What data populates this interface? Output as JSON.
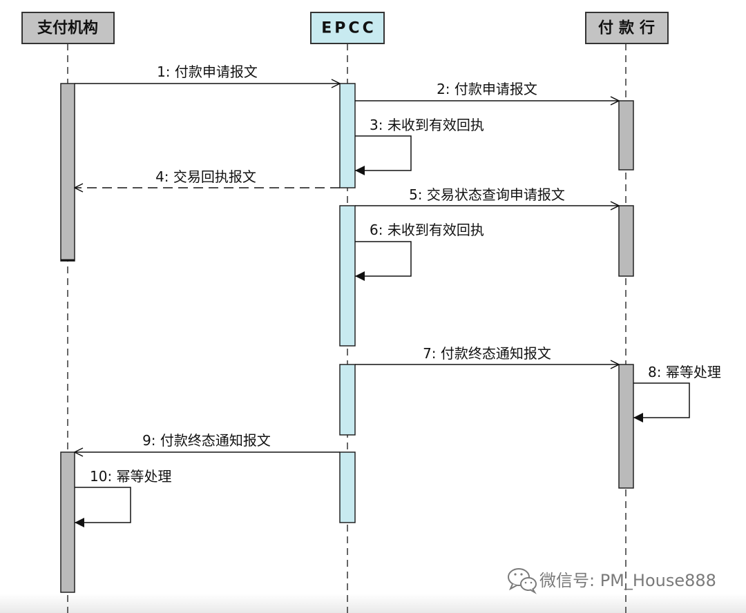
{
  "participants": [
    {
      "name": "支付机构",
      "fill": "#c3c3c3"
    },
    {
      "name": "EPCC",
      "fill": "#c8eaf0"
    },
    {
      "name": "付款行",
      "fill": "#c3c3c3"
    }
  ],
  "activation_colors": {
    "gray": "#bababa",
    "cyan": "#c8eaf0"
  },
  "messages": [
    {
      "label": "1: 付款申请报文"
    },
    {
      "label": "2: 付款申请报文"
    },
    {
      "label": "3: 未收到有效回执"
    },
    {
      "label": "4: 交易回执报文"
    },
    {
      "label": "5: 交易状态查询申请报文"
    },
    {
      "label": "6: 未收到有效回执"
    },
    {
      "label": "7: 付款终态通知报文"
    },
    {
      "label": "8: 幂等处理"
    },
    {
      "label": "9: 付款终态通知报文"
    },
    {
      "label": "10: 幂等处理"
    }
  ],
  "watermark": {
    "icon": "wechat-icon",
    "text": "微信号: PM_House888"
  },
  "colors": {
    "line": "#111111",
    "watermark": "#7a7a7a"
  }
}
